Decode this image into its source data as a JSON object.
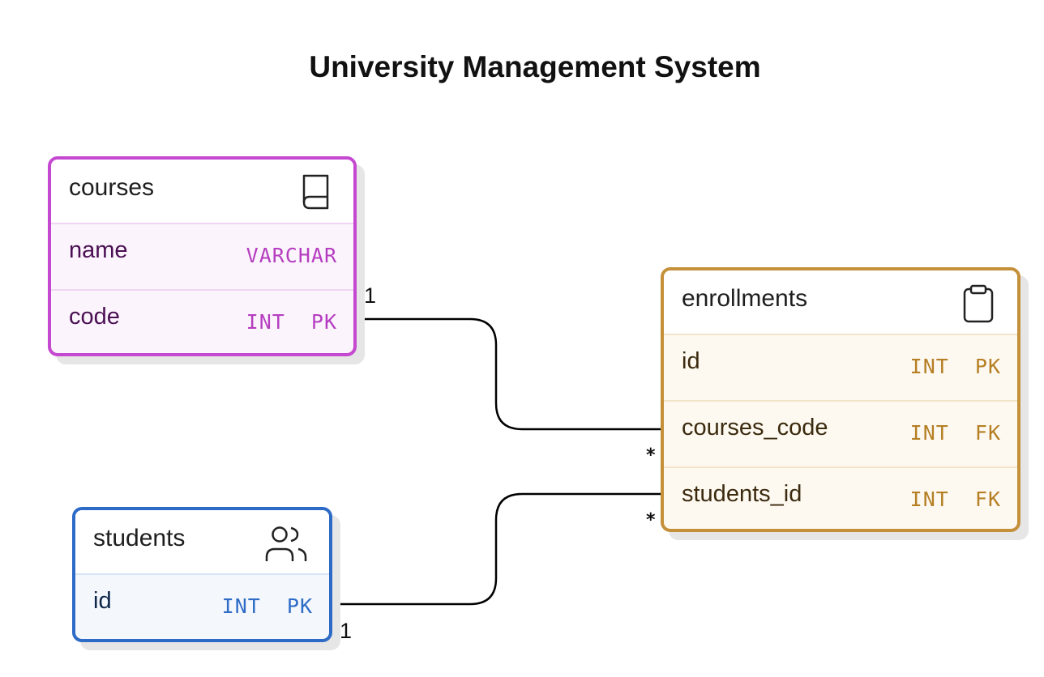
{
  "title": "University Management System",
  "colors": {
    "courses": "#c548d0",
    "enrollments": "#c4903a",
    "students": "#2e6bc6",
    "line": "#000000"
  },
  "entities": {
    "courses": {
      "name": "courses",
      "icon": "book-icon",
      "fields": [
        {
          "name": "name",
          "type": "VARCHAR"
        },
        {
          "name": "code",
          "type": "INT  PK"
        }
      ]
    },
    "enrollments": {
      "name": "enrollments",
      "icon": "clipboard-icon",
      "fields": [
        {
          "name": "id",
          "type": "INT  PK"
        },
        {
          "name": "courses_code",
          "type": "INT  FK"
        },
        {
          "name": "students_id",
          "type": "INT  FK"
        }
      ]
    },
    "students": {
      "name": "students",
      "icon": "users-icon",
      "fields": [
        {
          "name": "id",
          "type": "INT  PK"
        }
      ]
    }
  },
  "relationships": [
    {
      "from": "courses.code",
      "to": "enrollments.courses_code",
      "from_cardinality": "1",
      "to_cardinality": "*"
    },
    {
      "from": "students.id",
      "to": "enrollments.students_id",
      "from_cardinality": "1",
      "to_cardinality": "*"
    }
  ]
}
